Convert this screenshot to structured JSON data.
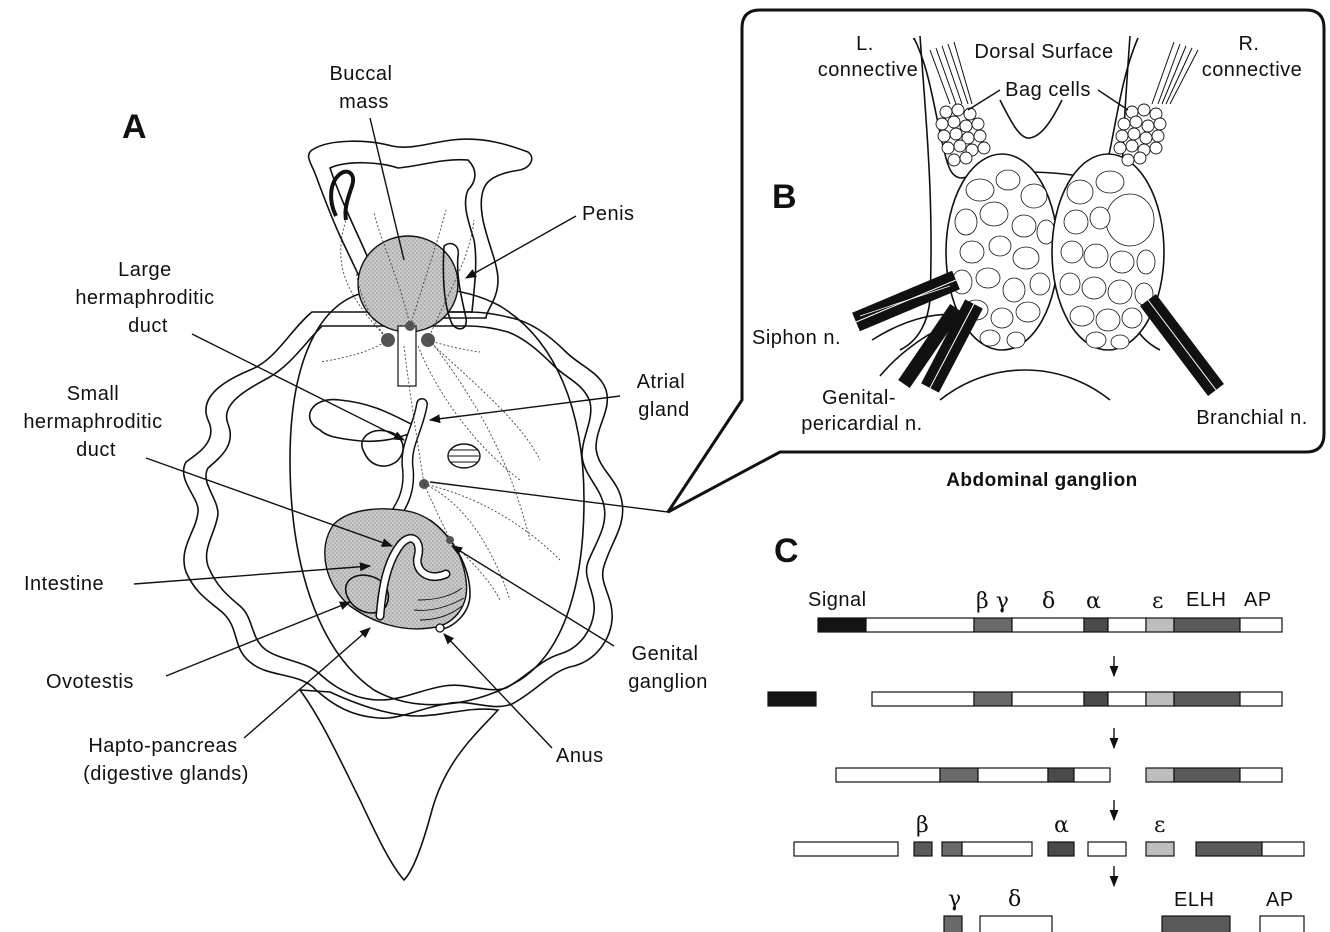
{
  "panel_a": {
    "letter": "A",
    "labels": {
      "buccal_mass": [
        "Buccal",
        "mass"
      ],
      "penis": [
        "Penis"
      ],
      "large_duct": [
        "Large",
        "hermaphroditic",
        "duct"
      ],
      "atrial_gland": [
        "Atrial",
        "gland"
      ],
      "small_duct": [
        "Small",
        "hermaphroditic",
        "duct"
      ],
      "intestine": [
        "Intestine"
      ],
      "ovotestis": [
        "Ovotestis"
      ],
      "genital_ganglion": [
        "Genital",
        "ganglion"
      ],
      "hapto_pancreas": [
        "Hapto-pancreas",
        "(digestive glands)"
      ],
      "anus": [
        "Anus"
      ]
    }
  },
  "panel_b": {
    "letter": "B",
    "labels": {
      "l_connective": [
        "L.",
        "connective"
      ],
      "dorsal_surface": [
        "Dorsal Surface"
      ],
      "r_connective": [
        "R.",
        "connective"
      ],
      "bag_cells": [
        "Bag cells"
      ],
      "siphon_n": [
        "Siphon n."
      ],
      "genital_pericardial_n": [
        "Genital-",
        "pericardial n."
      ],
      "branchial_n": [
        "Branchial n."
      ]
    },
    "caption": "Abdominal ganglion"
  },
  "panel_c": {
    "letter": "C",
    "precursor_labels": {
      "signal": "Signal",
      "beta_gamma": "β γ",
      "delta": "δ",
      "alpha": "α",
      "epsilon": "ε",
      "elh": "ELH",
      "ap": "AP"
    },
    "row4_labels": {
      "beta": "β",
      "alpha": "α",
      "epsilon": "ε"
    },
    "row5_labels": {
      "gamma": "γ",
      "delta": "δ",
      "elh": "ELH",
      "ap": "AP"
    },
    "fills": {
      "signal": "#141414",
      "dark": "#5a5a5a",
      "medium": "#8c8c8c",
      "light": "#bdbdbd",
      "empty": "#ffffff"
    }
  }
}
